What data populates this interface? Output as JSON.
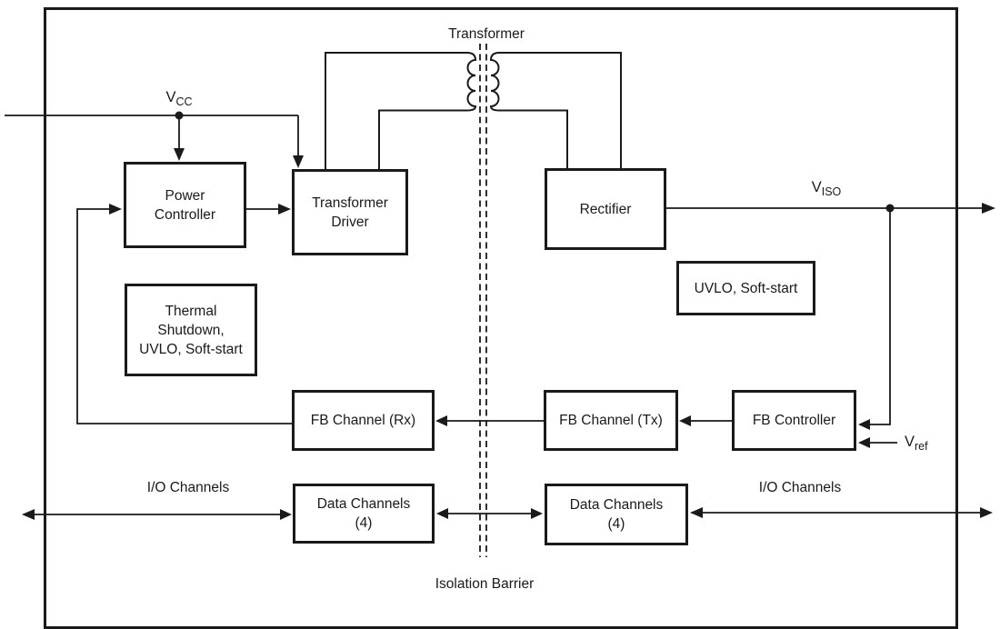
{
  "colors": {
    "background": "#ffffff",
    "line": "#1a1a1a",
    "text": "#1a1a1a"
  },
  "labels": {
    "transformer": "Transformer",
    "isolation_barrier": "Isolation Barrier",
    "io_channels_left": "I/O Channels",
    "io_channels_right": "I/O Channels"
  },
  "signals": {
    "vcc": {
      "base": "V",
      "sub": "CC"
    },
    "viso": {
      "base": "V",
      "sub": "ISO"
    },
    "vref": {
      "base": "V",
      "sub": "ref"
    }
  },
  "blocks": {
    "power_controller": {
      "lines": [
        "Power",
        "Controller"
      ]
    },
    "transformer_driver": {
      "lines": [
        "Transformer",
        "Driver"
      ]
    },
    "rectifier": {
      "lines": [
        "Rectifier"
      ]
    },
    "uvlo_soft_start": {
      "lines": [
        "UVLO, Soft-start"
      ]
    },
    "thermal_shutdown": {
      "lines": [
        "Thermal",
        "Shutdown,",
        "UVLO, Soft-start"
      ]
    },
    "fb_channel_rx": {
      "lines": [
        "FB Channel (Rx)"
      ]
    },
    "fb_channel_tx": {
      "lines": [
        "FB Channel (Tx)"
      ]
    },
    "fb_controller": {
      "lines": [
        "FB Controller"
      ]
    },
    "data_channels_left": {
      "lines": [
        "Data Channels",
        "(4)"
      ]
    },
    "data_channels_right": {
      "lines": [
        "Data Channels",
        "(4)"
      ]
    }
  }
}
